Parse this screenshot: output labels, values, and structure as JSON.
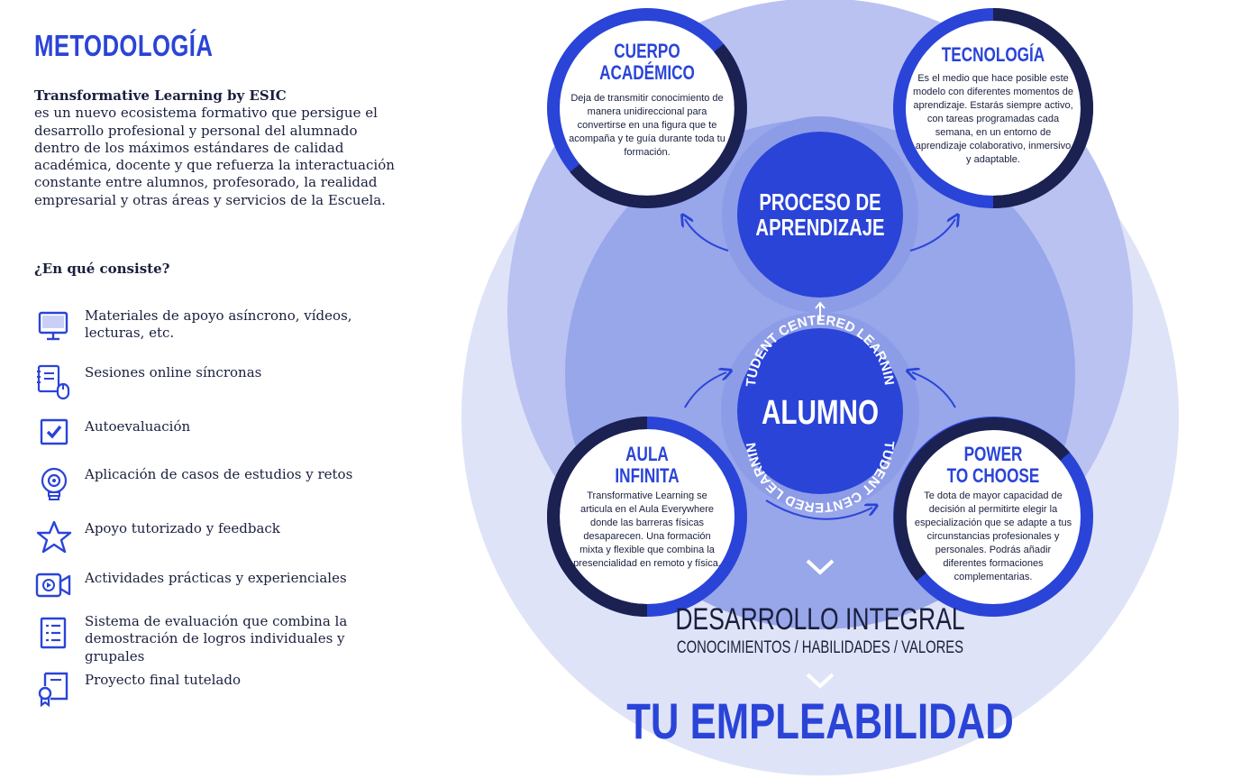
{
  "left": {
    "title": "METODOLOGÍA",
    "intro_bold": "Transformative Learning by ESIC",
    "intro_text": "es un nuevo ecosistema formativo que persigue el desarrollo profesional y personal del alumnado dentro de los máximos estándares de calidad académica, docente y que refuerza la interactuación constante entre alumnos, profesorado, la realidad empresarial y otras áreas y servicios de la Escuela.",
    "question": "¿En qué consiste?",
    "items": [
      {
        "icon": "monitor-icon",
        "text": "Materiales de apoyo asíncrono, vídeos, lecturas, etc."
      },
      {
        "icon": "notebook-mouse-icon",
        "text": "Sesiones online síncronas"
      },
      {
        "icon": "checkbox-icon",
        "text": "Autoevaluación"
      },
      {
        "icon": "lightbulb-gear-icon",
        "text": "Aplicación de casos de estudios y retos"
      },
      {
        "icon": "star-icon",
        "text": "Apoyo tutorizado y feedback"
      },
      {
        "icon": "video-camera-icon",
        "text": "Actividades prácticas y experienciales"
      },
      {
        "icon": "checklist-icon",
        "text": "Sistema de evaluación que combina la demostración de logros individuales y grupales"
      },
      {
        "icon": "certificate-icon",
        "text": "Proyecto final tutelado"
      }
    ]
  },
  "diagram": {
    "center_top": "PROCESO DE APRENDIZAJE",
    "center_main": "ALUMNO",
    "ring_text": "STUDENT CENTERED LEARNING",
    "integral_title": "DESARROLLO INTEGRAL",
    "integral_sub": "CONOCIMIENTOS / HABILIDADES / VALORES",
    "employability": "TU EMPLEABILIDAD",
    "nodes": [
      {
        "title_1": "CUERPO",
        "title_2": "ACADÉMICO",
        "text": "Deja de transmitir conocimiento de manera unidireccional para convertirse en una figura que te acompaña y te guía durante toda tu formación."
      },
      {
        "title_1": "TECNOLOGÍA",
        "title_2": "",
        "text": "Es el medio que hace posible este modelo con diferentes momentos de aprendizaje. Estarás siempre activo, con tareas programadas cada semana, en un entorno de aprendizaje colaborativo, inmersivo y adaptable."
      },
      {
        "title_1": "AULA",
        "title_2": "INFINITA",
        "text": "Transformative Learning se articula en el Aula Everywhere donde las barreras físicas desaparecen. Una formación mixta y flexible que combina la presencialidad en remoto y física."
      },
      {
        "title_1": "POWER",
        "title_2": "TO CHOOSE",
        "text": "Te dota de mayor capacidad de decisión al permitirte elegir la especialización que se adapte a tus circunstancias profesionales y personales. Podrás añadir diferentes formaciones complementarias."
      }
    ]
  },
  "colors": {
    "accent": "#2a44d8",
    "navy": "#1b2150",
    "light1": "#dfe3f8",
    "light2": "#b9c2f1",
    "light3": "#97a5ea"
  }
}
